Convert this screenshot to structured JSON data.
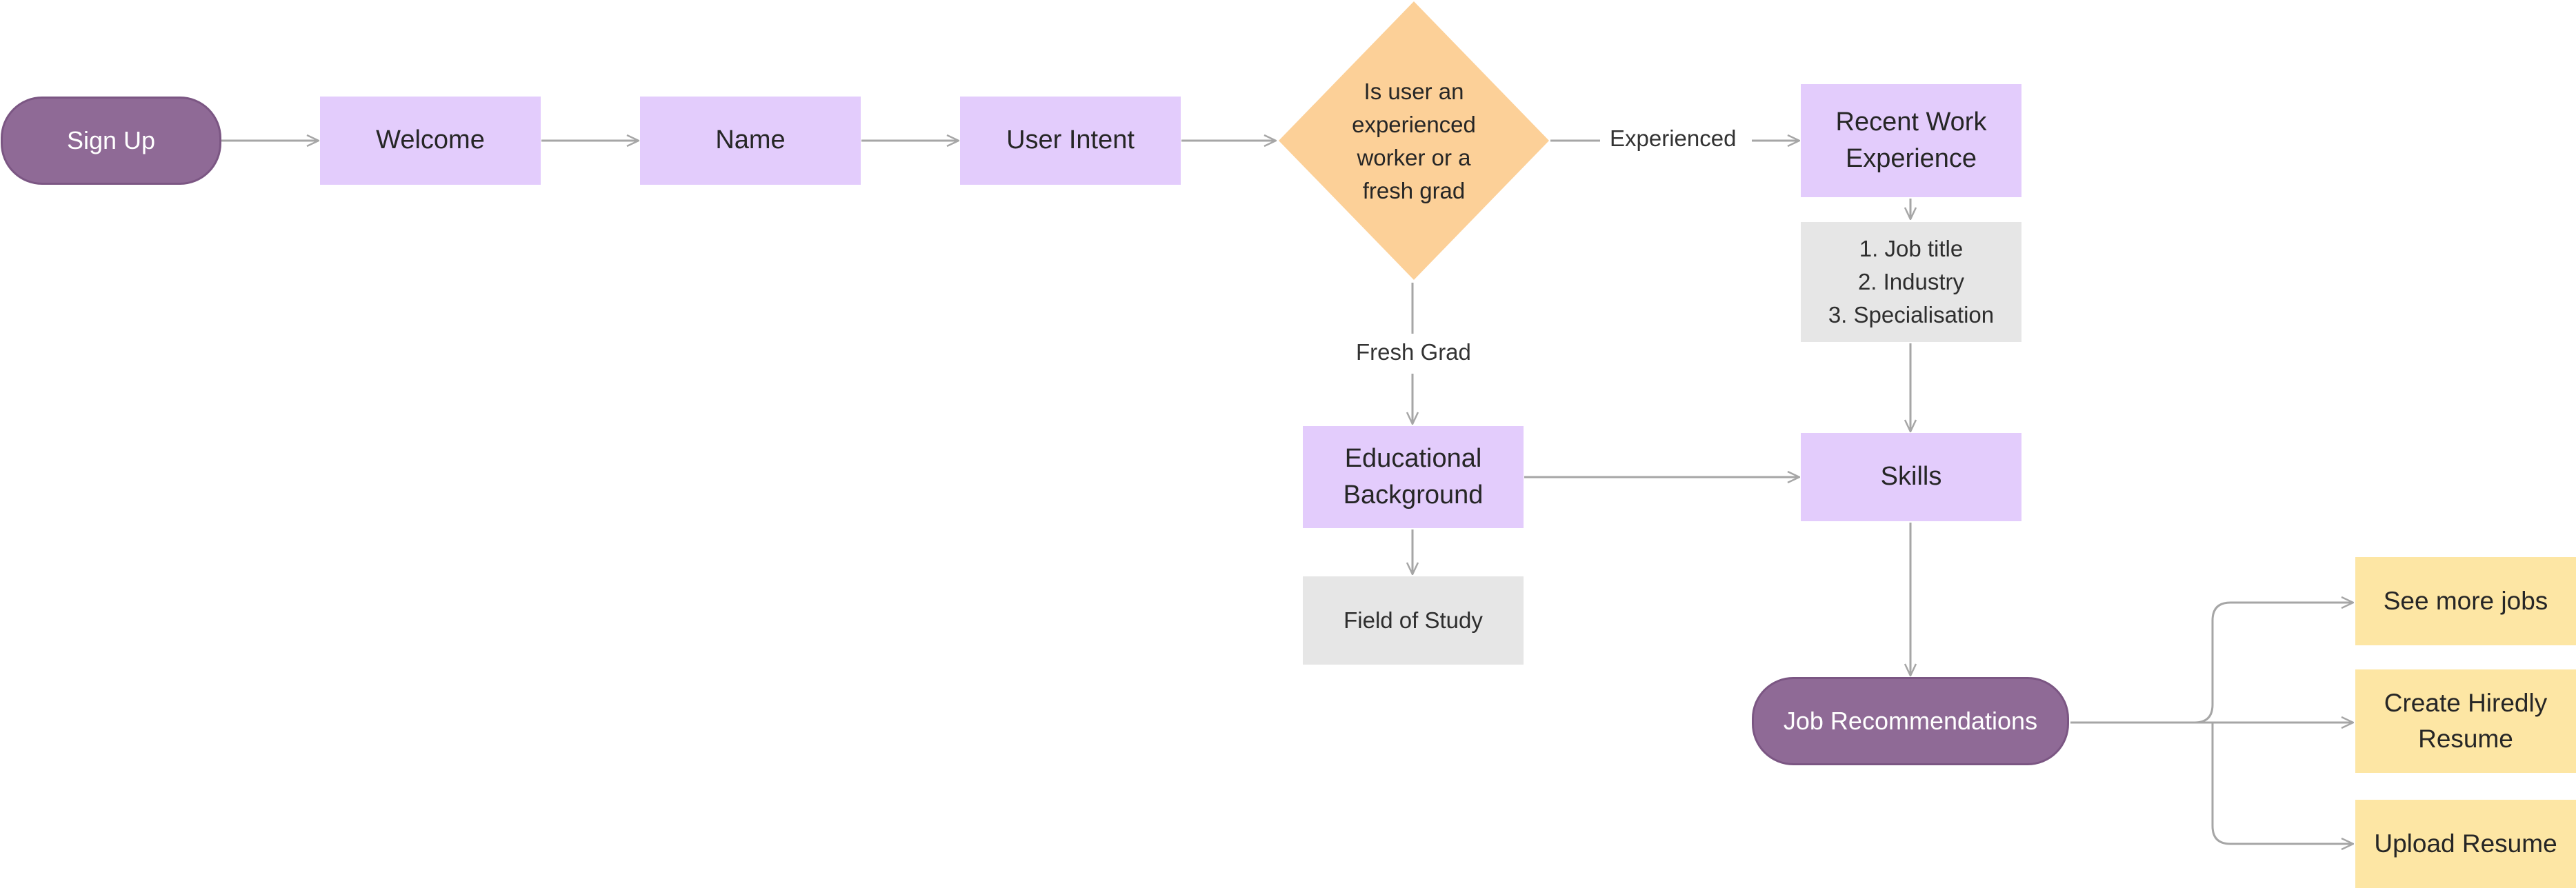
{
  "colors": {
    "terminal_fill": "#8f6a96",
    "process_fill": "#e3ccfc",
    "decision_fill": "#fcd098",
    "note_fill": "#e6e6e6",
    "outcome_fill": "#fde6a4",
    "connector": "#a6a6a6"
  },
  "nodes": {
    "sign_up": "Sign Up",
    "welcome": "Welcome",
    "name": "Name",
    "user_intent": "User Intent",
    "decision": "Is user an\nexperienced\nworker or a\nfresh grad",
    "recent_work": "Recent Work\nExperience",
    "work_details": "1. Job title\n2. Industry\n3. Specialisation",
    "educational": "Educational\nBackground",
    "field_of_study": "Field of Study",
    "skills": "Skills",
    "job_recommendations": "Job Recommendations",
    "see_more_jobs": "See more jobs",
    "create_resume": "Create Hiredly\nResume",
    "upload_resume": "Upload Resume"
  },
  "edge_labels": {
    "experienced": "Experienced",
    "fresh_grad": "Fresh Grad"
  }
}
